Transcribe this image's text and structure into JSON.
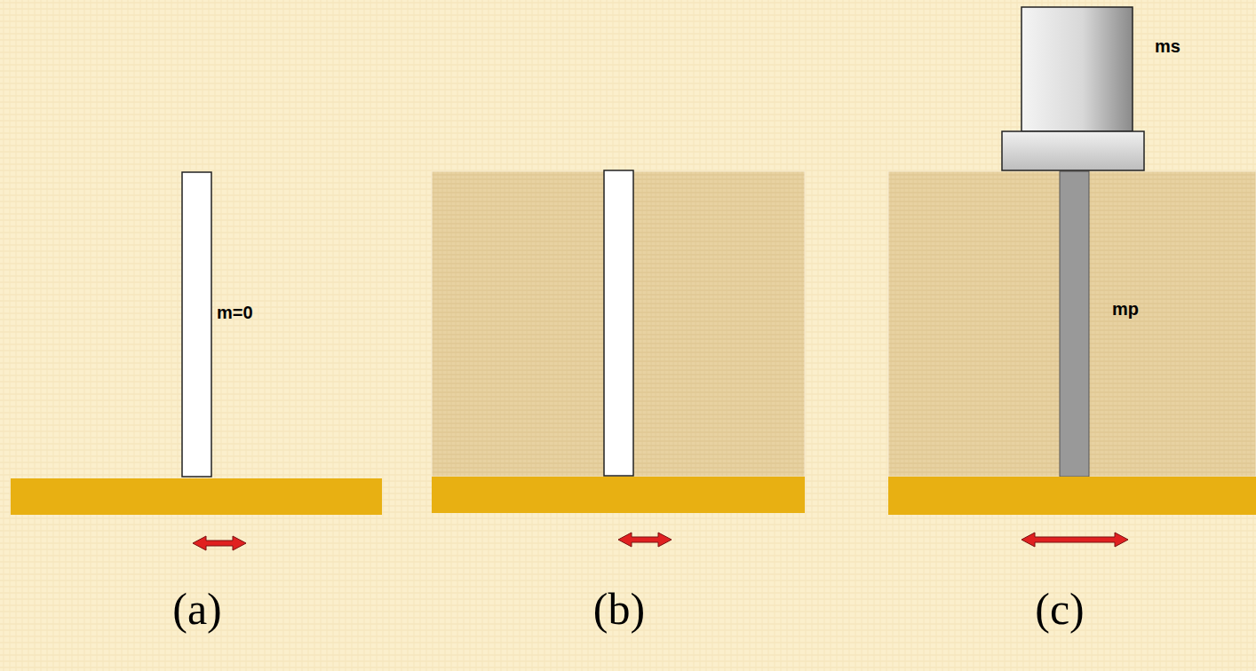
{
  "diagram": {
    "labels": [
      "m=0",
      "(a)",
      "(b)",
      "ms",
      "mp",
      "(c)"
    ]
  }
}
